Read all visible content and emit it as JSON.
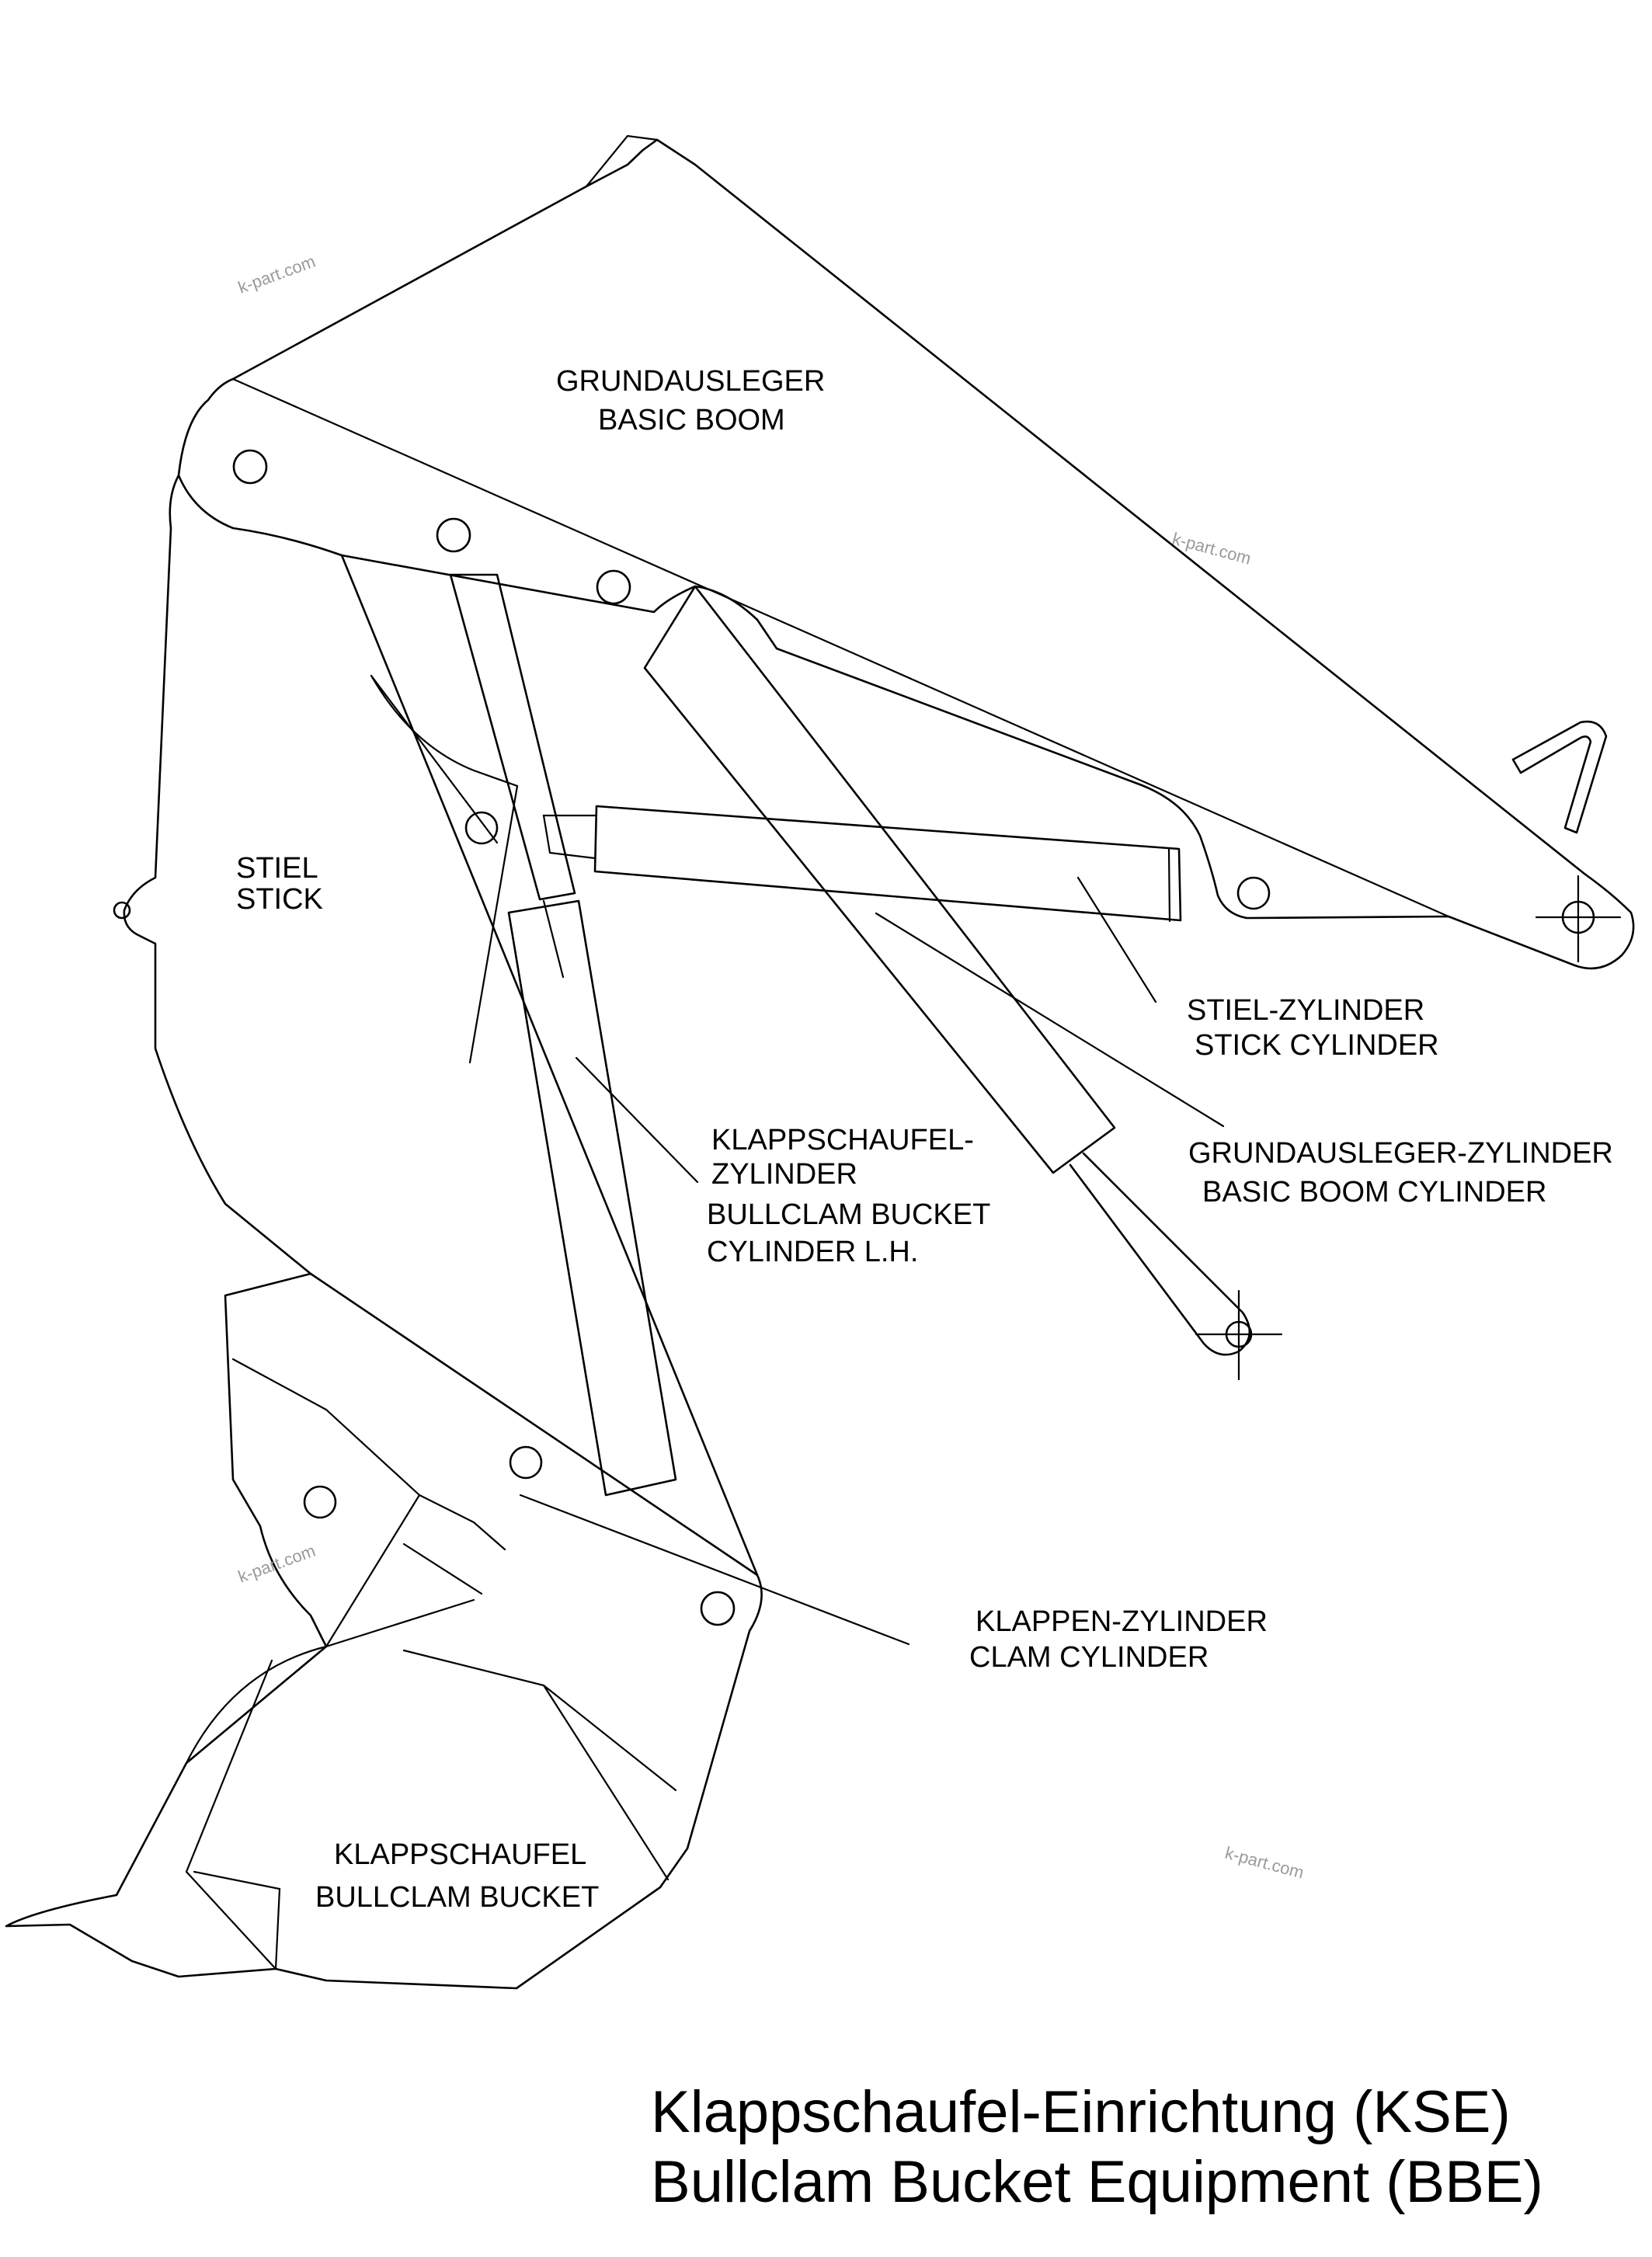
{
  "title": {
    "line1": "Klappschaufel-Einrichtung (KSE)",
    "line2": "Bullclam Bucket Equipment (BBE)"
  },
  "labels": {
    "basic_boom": {
      "de": "GRUNDAUSLEGER",
      "en": "BASIC BOOM"
    },
    "stick": {
      "de": "STIEL",
      "en": "STICK"
    },
    "stick_cylinder": {
      "de": "STIEL-ZYLINDER",
      "en": "STICK CYLINDER"
    },
    "basic_boom_cylinder": {
      "de": "GRUNDAUSLEGER-ZYLINDER",
      "en": "BASIC BOOM CYLINDER"
    },
    "bucket_cylinder": {
      "de1": "KLAPPSCHAUFEL-",
      "de2": "ZYLINDER",
      "en1": "BULLCLAM BUCKET",
      "en2": "CYLINDER L.H."
    },
    "clam_cylinder": {
      "de": "KLAPPEN-ZYLINDER",
      "en": "CLAM CYLINDER"
    },
    "bucket": {
      "de": "KLAPPSCHAUFEL",
      "en": "BULLCLAM BUCKET"
    }
  },
  "watermarks": [
    "k-part.com",
    "k-part.com",
    "k-part.com",
    "k-part.com"
  ]
}
